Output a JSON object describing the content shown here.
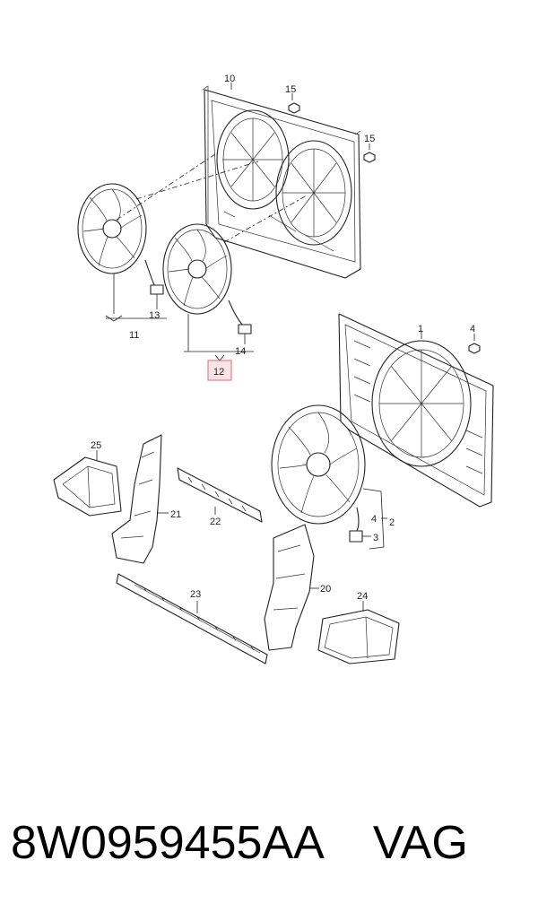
{
  "callouts": {
    "c1": "1",
    "c2": "2",
    "c3": "3",
    "c4a": "4",
    "c4b": "4",
    "c10": "10",
    "c11": "11",
    "c12": "12",
    "c13": "13",
    "c14": "14",
    "c15a": "15",
    "c15b": "15",
    "c20": "20",
    "c21": "21",
    "c22": "22",
    "c23": "23",
    "c24": "24",
    "c25": "25"
  },
  "highlight_color": "#e06b78",
  "caption": {
    "part_number": "8W0959455AA",
    "brand": "VAG"
  }
}
